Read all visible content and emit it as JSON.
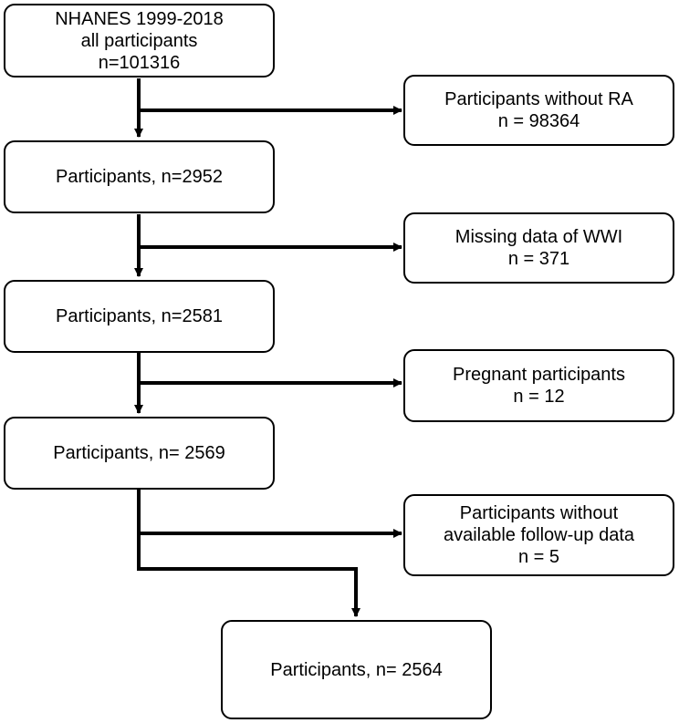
{
  "flowchart": {
    "start": {
      "line1": "NHANES 1999-2018",
      "line2": "all participants",
      "line3": "n=101316"
    },
    "exclusions": [
      {
        "line1": "Participants without RA",
        "line2": "n = 98364"
      },
      {
        "line1": "Missing data of WWI",
        "line2": "n = 371"
      },
      {
        "line1": "Pregnant participants",
        "line2": "n = 12"
      },
      {
        "line1": "Participants without",
        "line2": "available follow-up data",
        "line3": "n = 5"
      }
    ],
    "steps": [
      {
        "label": "Participants, n=2952"
      },
      {
        "label": "Participants, n=2581"
      },
      {
        "label": "Participants, n= 2569"
      }
    ],
    "final": {
      "label": "Participants, n= 2564"
    }
  }
}
